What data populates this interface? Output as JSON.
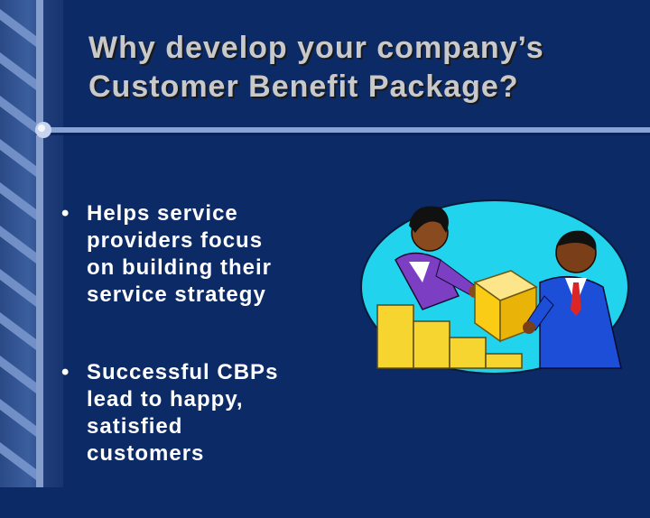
{
  "slide": {
    "title_line1": "Why develop your company’s",
    "title_line2": "Customer Benefit Package?",
    "bullets": [
      {
        "marker": "•",
        "lines": [
          "Helps service",
          "providers focus",
          "on building their",
          "service strategy"
        ]
      },
      {
        "marker": "•",
        "lines": [
          "Successful CBPs",
          "lead to happy,",
          "satisfied",
          "customers"
        ]
      }
    ]
  },
  "colors": {
    "background": "#0b2a66",
    "title_text": "#c9c9c9",
    "body_text": "#ffffff",
    "band_light": "#3b5e9e",
    "ellipse": "#22d3ee"
  },
  "decor": {
    "left_band": "diagonal-stripes-band",
    "divider": "horizontal-rule-with-knob",
    "clipart": "two-businesspeople-exchanging-box-on-stairs"
  }
}
